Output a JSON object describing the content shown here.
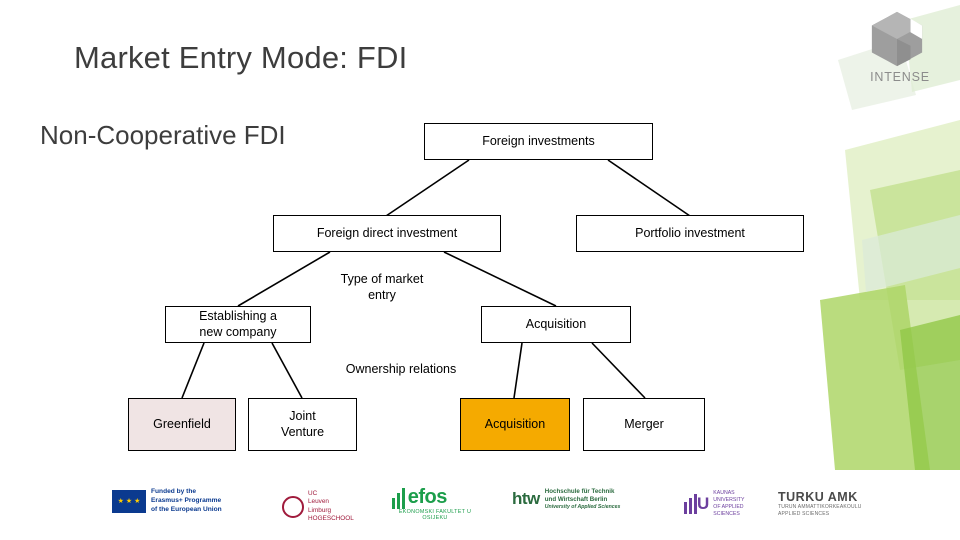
{
  "slide": {
    "title": "Market Entry Mode: FDI",
    "subtitle": "Non-Cooperative FDI"
  },
  "brand": {
    "logo_name": "intense-hexagon-logo",
    "logo_text": "INTENSE",
    "accent_green": "#8cc63e",
    "accent_amber": "#f5aa00"
  },
  "diagram": {
    "type": "tree",
    "nodes": [
      {
        "id": "foreign-investments",
        "label": "Foreign investments",
        "style": "white-box"
      },
      {
        "id": "foreign-direct-investment",
        "label": "Foreign direct investment",
        "style": "white-box"
      },
      {
        "id": "portfolio-investment",
        "label": "Portfolio investment",
        "style": "white-box"
      },
      {
        "id": "establishing-new-company",
        "label": "Establishing a\nnew company",
        "style": "white-box"
      },
      {
        "id": "acquisition-level2",
        "label": "Acquisition",
        "style": "white-box"
      },
      {
        "id": "greenfield",
        "label": "Greenfield",
        "style": "pink-box"
      },
      {
        "id": "joint-venture",
        "label": "Joint\nVenture",
        "style": "white-box"
      },
      {
        "id": "acquisition-level3",
        "label": "Acquisition",
        "style": "amber-box"
      },
      {
        "id": "merger",
        "label": "Merger",
        "style": "white-box"
      }
    ],
    "labels": [
      {
        "id": "type-of-market-entry",
        "text": "Type of market\nentry"
      },
      {
        "id": "ownership-relations",
        "text": "Ownership relations"
      }
    ],
    "edges": [
      {
        "from": "foreign-investments",
        "to": "foreign-direct-investment"
      },
      {
        "from": "foreign-investments",
        "to": "portfolio-investment"
      },
      {
        "from": "foreign-direct-investment",
        "to": "establishing-new-company"
      },
      {
        "from": "foreign-direct-investment",
        "to": "acquisition-level2"
      },
      {
        "from": "establishing-new-company",
        "to": "greenfield"
      },
      {
        "from": "establishing-new-company",
        "to": "joint-venture"
      },
      {
        "from": "acquisition-level2",
        "to": "acquisition-level3"
      },
      {
        "from": "acquisition-level2",
        "to": "merger"
      }
    ]
  },
  "footer": {
    "logos": [
      {
        "id": "erasmus-eu",
        "line1": "Funded by the",
        "line2": "Erasmus+ Programme",
        "line3": "of the European Union"
      },
      {
        "id": "uc-leuven-limburg",
        "line1": "UC",
        "line2": "Leuven",
        "line3": "Limburg",
        "line4": "HOGESCHOOL"
      },
      {
        "id": "efos-osijek",
        "word": "efos",
        "sub": "EKONOMSKI FAKULTET U OSIJEKU"
      },
      {
        "id": "htw-berlin",
        "word": "htw",
        "line1": "Hochschule für Technik",
        "line2": "und Wirtschaft Berlin",
        "sub": "University of Applied Sciences"
      },
      {
        "id": "iu-university",
        "word": "U",
        "line1": "KAUNAS",
        "line2": "UNIVERSITY",
        "line3": "OF APPLIED",
        "line4": "SCIENCES"
      },
      {
        "id": "turku-amk",
        "word": "TURKU AMK",
        "line1": "TURUN AMMATTIKORKEAKOULU",
        "line2": "APPLIED SCIENCES"
      }
    ]
  }
}
